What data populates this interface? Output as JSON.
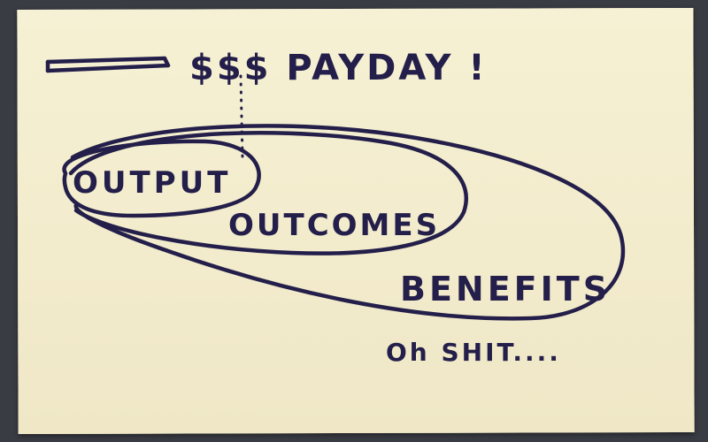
{
  "note": {
    "header": "$$$ PAYDAY !",
    "inner_label": "OUTPUT",
    "middle_label": "OUTCOMES",
    "outer_label": "BENEFITS",
    "footer": "Oh SHIT...."
  },
  "colors": {
    "card": "#f4eed0",
    "ink": "#241f4a",
    "background": "#3a3c44"
  }
}
